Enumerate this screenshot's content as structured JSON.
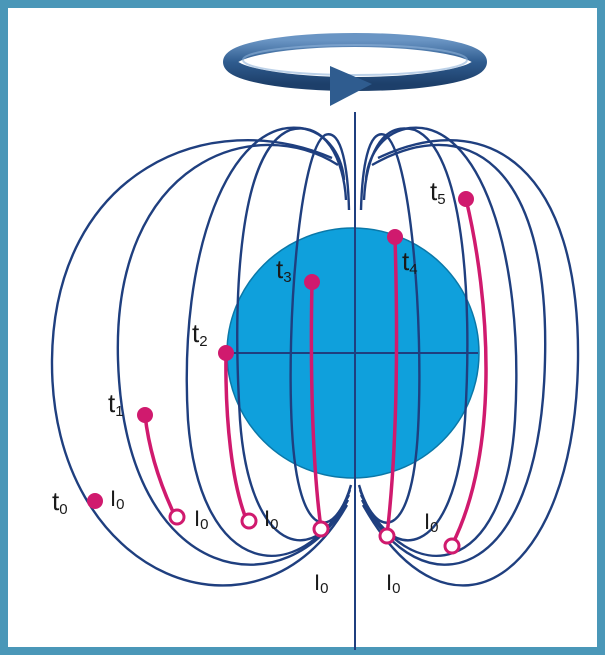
{
  "colors": {
    "frame": "#4a97b8",
    "field_line": "#1f3f7f",
    "sphere": "#0fa0dc",
    "track": "#d01a6e",
    "rotation_arrow": "#2f5c8f"
  },
  "labels": {
    "t0": {
      "main": "t",
      "sub": "0"
    },
    "t1": {
      "main": "t",
      "sub": "1"
    },
    "t2": {
      "main": "t",
      "sub": "2"
    },
    "t3": {
      "main": "t",
      "sub": "3"
    },
    "t4": {
      "main": "t",
      "sub": "4"
    },
    "t5": {
      "main": "t",
      "sub": "5"
    },
    "io": {
      "main": "I",
      "sub": "0"
    }
  }
}
